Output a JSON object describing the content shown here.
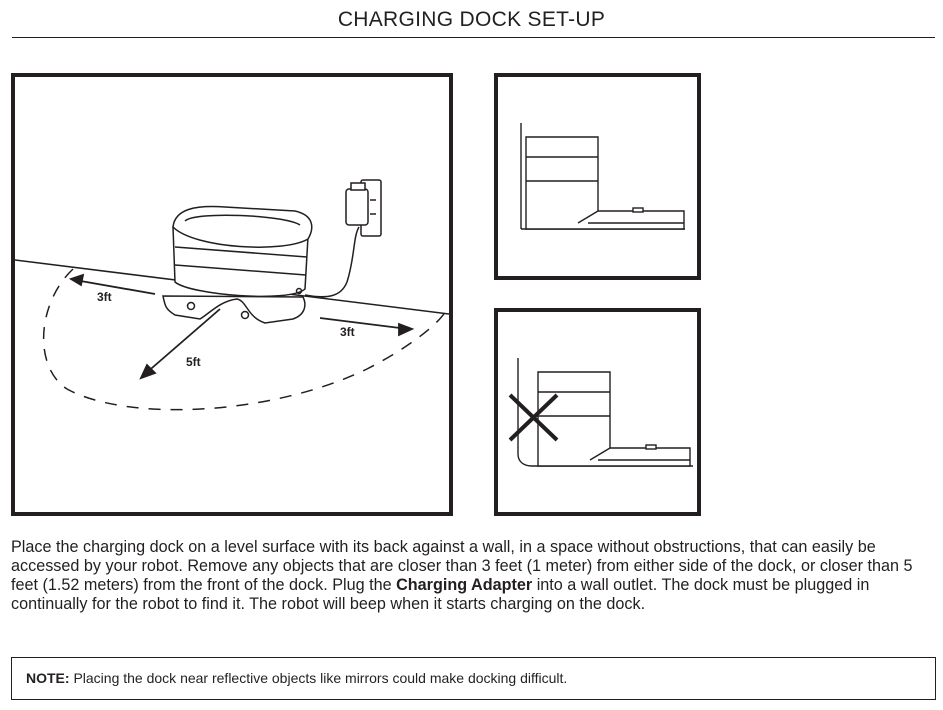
{
  "header": {
    "title": "CHARGING DOCK SET-UP"
  },
  "diagram": {
    "left_distance_label": "3ft",
    "right_distance_label": "3ft",
    "front_distance_label": "5ft"
  },
  "instructions": {
    "text_before_bold": "Place the charging dock on a level surface with its back against a wall, in a space without obstructions, that can easily be accessed by your robot. Remove any objects that are closer than 3 feet (1 meter) from either side of the dock, or closer than 5 feet (1.52 meters) from the front of the dock. Plug the ",
    "bold_term": "Charging Adapter",
    "text_after_bold": " into a wall outlet. The dock must be plugged in continually for the robot to find it. The robot will beep when it starts charging on the dock."
  },
  "note": {
    "label": "NOTE:",
    "text": " Placing the dock near reflective objects like mirrors could make docking difficult."
  }
}
